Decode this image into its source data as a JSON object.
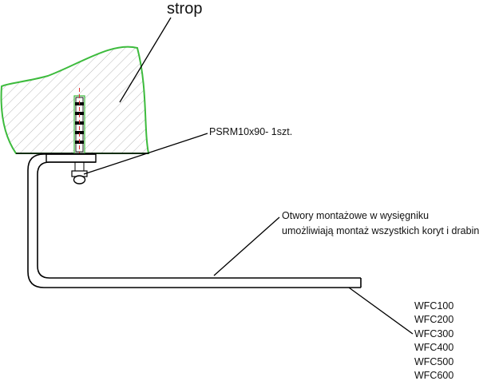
{
  "labels": {
    "ceiling": "strop",
    "anchor": "PSRM10x90- 1szt.",
    "holes_line1": "Otwory montażowe w wysięgniku",
    "holes_line2": "umożliwiają montaż wszystkich koryt i drabin"
  },
  "models": [
    "WFC100",
    "WFC200",
    "WFC300",
    "WFC400",
    "WFC500",
    "WFC600"
  ],
  "colors": {
    "ceiling_outline": "#3dbb3d",
    "hatch": "#9a9a9a",
    "line": "#000000",
    "axis": "#e03030"
  }
}
